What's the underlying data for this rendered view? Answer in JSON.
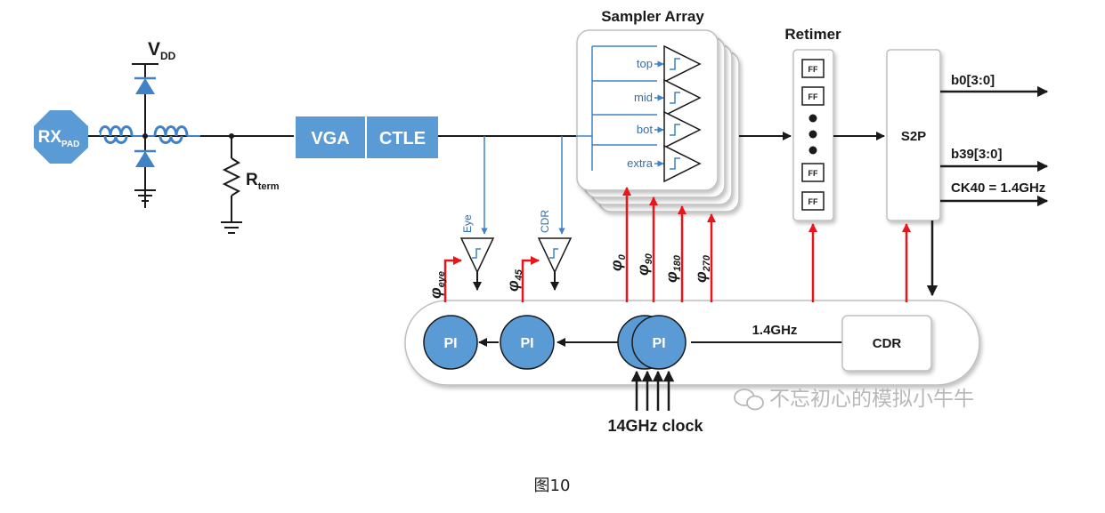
{
  "labels": {
    "rx": "RX",
    "rx_sub": "PAD",
    "vdd": "V",
    "vdd_sub": "DD",
    "rterm": "R",
    "rterm_sub": "term",
    "vga": "VGA",
    "ctle": "CTLE",
    "sampler_array": "Sampler Array",
    "retimer": "Retimer",
    "ff": "FF",
    "s2p": "S2P",
    "out_b0": "b0[3:0]",
    "out_b39": "b39[3:0]",
    "out_ck": "CK40 = 1.4GHz",
    "top": "top",
    "mid": "mid",
    "bot": "bot",
    "extra": "extra",
    "eye": "Eye",
    "cdr_tap": "CDR",
    "phi": "φ",
    "phi_eye": "eye",
    "phi_45": "45",
    "phi_0": "0",
    "phi_90": "90",
    "phi_180": "180",
    "phi_270": "270",
    "pi": "PI",
    "freq": "1.4GHz",
    "cdr": "CDR",
    "clock": "14GHz clock",
    "watermark": "不忘初心的模拟小牛牛",
    "caption": "图10"
  },
  "colors": {
    "block_blue": "#5b9bd5",
    "wire": "#1a1a1a",
    "red": "#e8151b",
    "tap_blue": "#3f83c6",
    "panel_border": "#bfbfbf"
  }
}
